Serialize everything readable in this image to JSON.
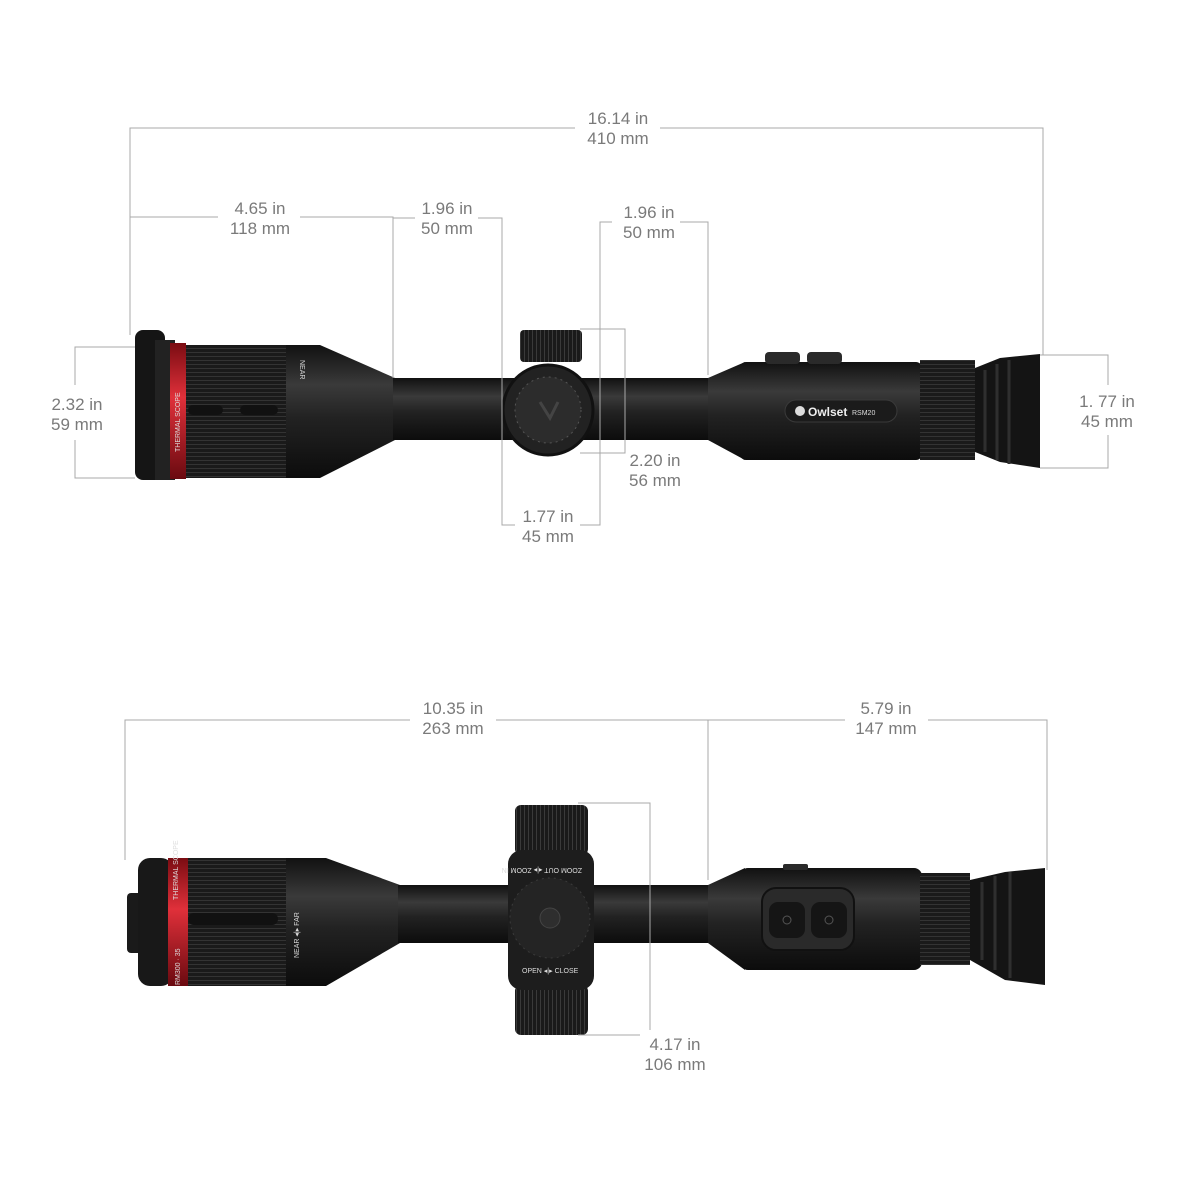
{
  "colors": {
    "dimension_line": "#a8a8a8",
    "label_text": "#7a7a7a",
    "scope_body": "#1e1e1e",
    "accent_ring": "#d0202a",
    "brand_yellow": "#e8d21a"
  },
  "brand": {
    "logo": "Owlset",
    "model": "RSM20"
  },
  "side_view": {
    "overall_length": {
      "in": "16.14 in",
      "mm": "410 mm"
    },
    "objective_length": {
      "in": "4.65 in",
      "mm": "118 mm"
    },
    "tube_front": {
      "in": "1.96 in",
      "mm": "50 mm"
    },
    "tube_rear": {
      "in": "1.96 in",
      "mm": "50 mm"
    },
    "turret_width": {
      "in": "1.77 in",
      "mm": "45 mm"
    },
    "turret_height": {
      "in": "2.20 in",
      "mm": "56 mm"
    },
    "objective_diameter": {
      "in": "2.32 in",
      "mm": "59 mm"
    },
    "eyecup_diameter": {
      "in": "1. 77 in",
      "mm": "45 mm"
    },
    "lens_text": "THERMAL SCOPE",
    "focus_text": "NEAR"
  },
  "top_view": {
    "front_length": {
      "in": "10.35 in",
      "mm": "263 mm"
    },
    "rear_length": {
      "in": "5.79 in",
      "mm": "147 mm"
    },
    "turret_span": {
      "in": "4.17 in",
      "mm": "106 mm"
    },
    "lens_text": "THERMAL SCOPE",
    "lens_spec": "RM300 · 35",
    "focus_text": "NEAR ◂|▸ FAR",
    "zoom_text": "ZOOM OUT ◂|▸ ZOOM IN",
    "cover_text": "OPEN ◂|▸ CLOSE"
  }
}
